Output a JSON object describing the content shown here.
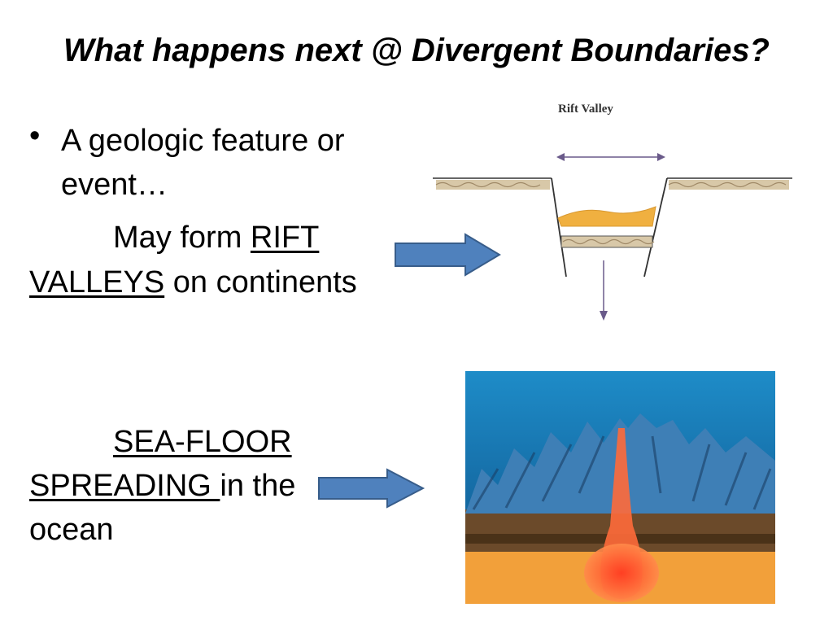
{
  "slide": {
    "title": "What happens next @ Divergent Boundaries?",
    "bullet": {
      "symbol": "•",
      "line1": "A geologic feature or",
      "line2": "event…"
    },
    "rift": {
      "intro": "May form ",
      "underline1": "RIFT",
      "underline2": "VALLEYS",
      "rest": " on continents"
    },
    "seafloor": {
      "underline1": "SEA-FLOOR",
      "underline2": "SPREADING ",
      "rest": "in the",
      "line3": "ocean"
    }
  },
  "rift_diagram": {
    "label": "Rift   Valley"
  },
  "colors": {
    "arrow_fill": "#4f81bd",
    "arrow_stroke": "#385d8a",
    "ocean": "#2f8fc8",
    "crust": "#6b4a2a",
    "magma": "#ff5a3a",
    "mantle": "#f2a03a"
  }
}
